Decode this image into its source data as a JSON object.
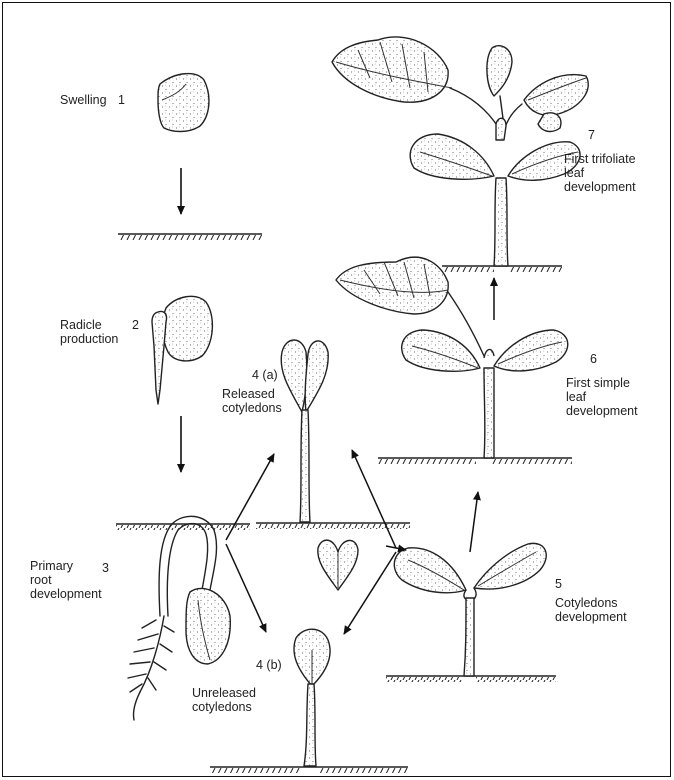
{
  "stages": [
    {
      "id": "1",
      "label": "Swelling",
      "number": "1"
    },
    {
      "id": "2",
      "label": "Radicle\nproduction",
      "number": "2"
    },
    {
      "id": "3",
      "label": "Primary\nroot\ndevelopment",
      "number": "3"
    },
    {
      "id": "4a",
      "label": "Released\ncotyledons",
      "number": "4 (a)"
    },
    {
      "id": "4b",
      "label": "Unreleased\ncotyledons",
      "number": "4 (b)"
    },
    {
      "id": "5",
      "label": "Cotyledons\ndevelopment",
      "number": "5"
    },
    {
      "id": "6",
      "label": "First simple\nleaf\ndevelopment",
      "number": "6"
    },
    {
      "id": "7",
      "label": "First trifoliate\nleaf\ndevelopment",
      "number": "7"
    }
  ]
}
